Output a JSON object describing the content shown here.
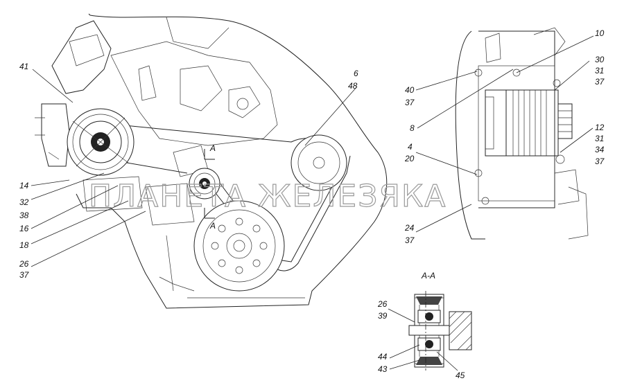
{
  "watermark": "ПЛАНЕТА ЖЕЛЕЗЯКА",
  "section_marker": "A",
  "section_title": "A-A",
  "callouts": {
    "c41": "41",
    "c6": "6",
    "c48": "48",
    "c14": "14",
    "c32": "32",
    "c38": "38",
    "c16": "16",
    "c18": "18",
    "c26a": "26",
    "c37a": "37",
    "c10": "10",
    "c30": "30",
    "c31a": "31",
    "c37b": "37",
    "c40": "40",
    "c37c": "37",
    "c8": "8",
    "c12": "12",
    "c31b": "31",
    "c34": "34",
    "c37d": "37",
    "c4": "4",
    "c20": "20",
    "c24": "24",
    "c37e": "37",
    "c26b": "26",
    "c39": "39",
    "c44": "44",
    "c43": "43",
    "c45": "45"
  }
}
